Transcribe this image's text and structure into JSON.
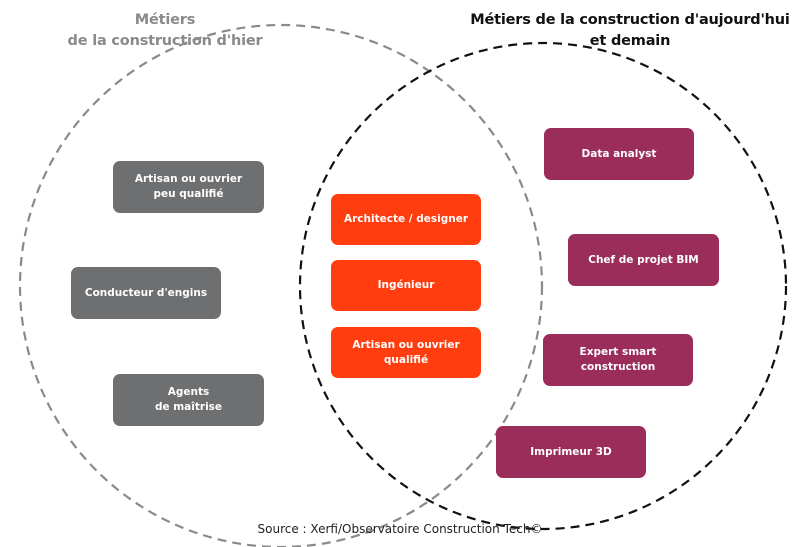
{
  "titles": {
    "left": {
      "line1": "Métiers",
      "line2": "de la construction d'hier"
    },
    "right": {
      "line1": "Métiers de la construction d'aujourd'hui",
      "line2": "et demain"
    }
  },
  "left_only": [
    {
      "line1": "Artisan ou ouvrier",
      "line2": "peu qualifié"
    },
    {
      "line1": "Conducteur d'engins"
    },
    {
      "line1": "Agents",
      "line2": "de maîtrise"
    }
  ],
  "overlap": [
    {
      "line1": "Architecte / designer"
    },
    {
      "line1": "Ingénieur"
    },
    {
      "line1": "Artisan ou ouvrier",
      "line2": "qualifié"
    }
  ],
  "right_only": [
    {
      "line1": "Data analyst"
    },
    {
      "line1": "Chef de projet BIM"
    },
    {
      "line1": "Expert smart",
      "line2": "construction"
    },
    {
      "line1": "Imprimeur 3D"
    }
  ],
  "source": "Source : Xerfi/Observatoire Construction Tech©",
  "colors": {
    "left_circle": "#8a8a8a",
    "right_circle": "#111111",
    "grey_box": "#6d6f71",
    "orange_box": "#ff3d0f",
    "plum_box": "#9a2d5a"
  }
}
